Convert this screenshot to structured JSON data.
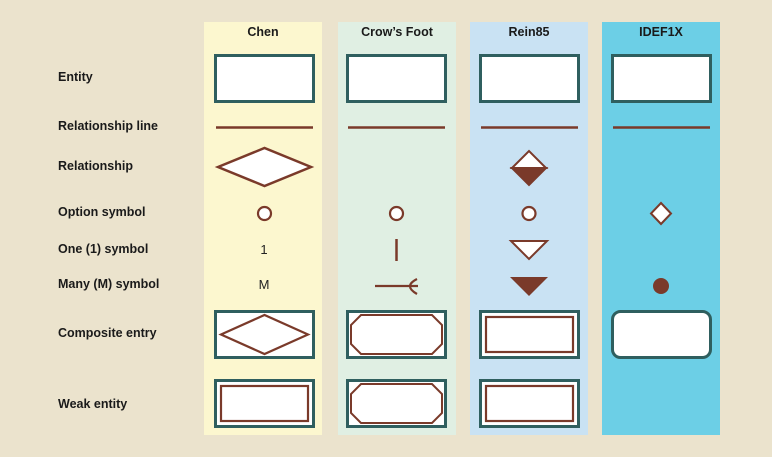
{
  "notations": [
    "Chen",
    "Crow’s Foot",
    "Rein85",
    "IDEF1X"
  ],
  "row_labels": {
    "entity": "Entity",
    "relationship_line": "Relationship line",
    "relationship": "Relationship",
    "option_symbol": "Option symbol",
    "one_symbol": "One (1) symbol",
    "many_symbol": "Many (M) symbol",
    "composite_entry": "Composite entry",
    "weak_entity": "Weak entity"
  },
  "chen_symbols": {
    "one": "1",
    "many": "M"
  },
  "colors": {
    "background": "#ebe3cd",
    "chen_column": "#fcf7cf",
    "crowsfoot_column": "#e0efe3",
    "rein85_column": "#c9e2f3",
    "idef1x_column": "#6ccfe6",
    "box_border": "#2f5f5f",
    "symbol": "#7a3a2a"
  }
}
